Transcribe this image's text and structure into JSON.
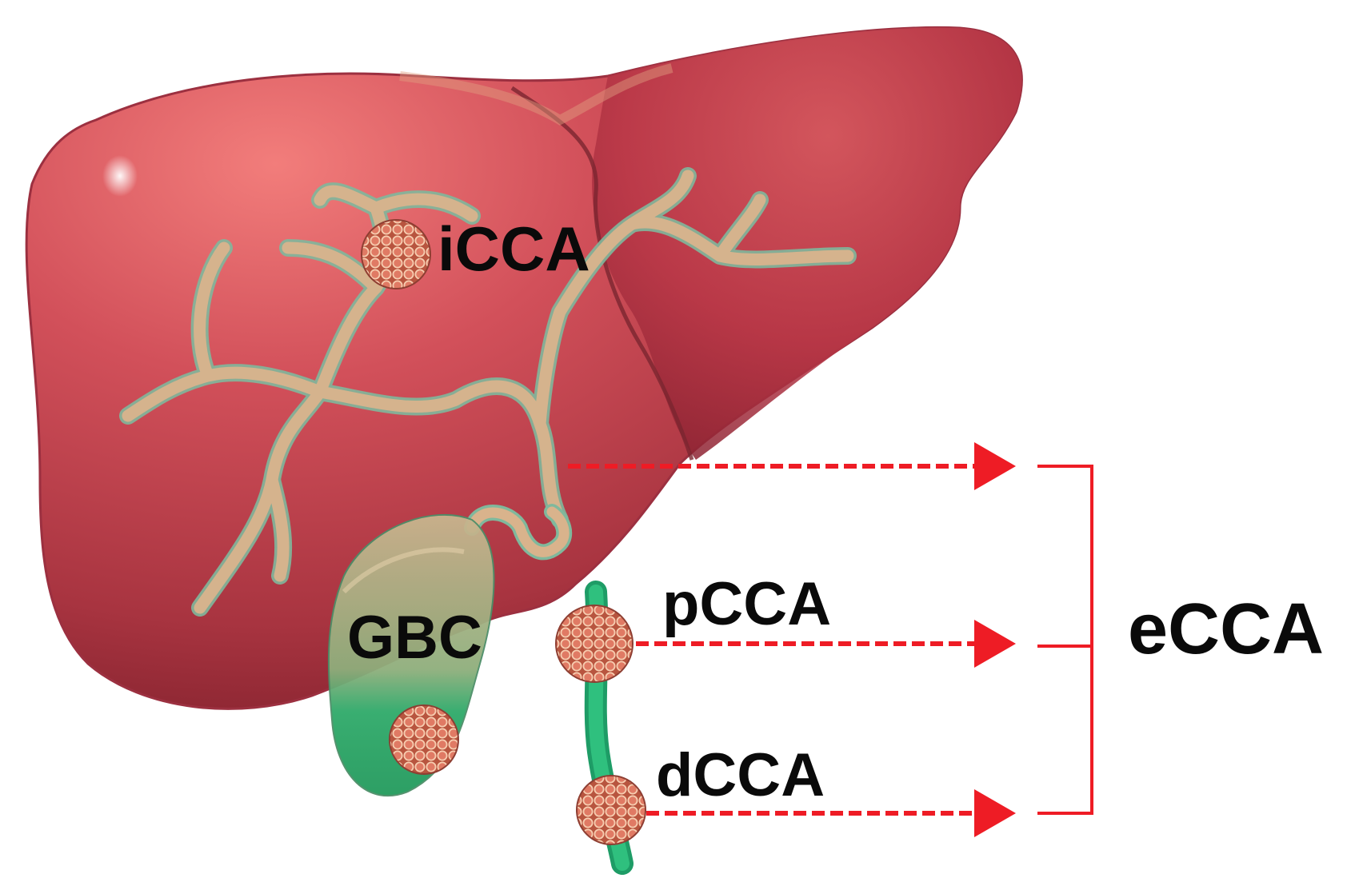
{
  "labels": {
    "icca": "iCCA",
    "gbc": "GBC",
    "pcca": "pCCA",
    "dcca": "dCCA",
    "ecca": "eCCA"
  },
  "colors": {
    "liver_dark": "#8f2430",
    "liver_mid": "#c94452",
    "liver_light": "#f07a78",
    "bile_duct": "#d9b38c",
    "bile_duct_outline": "#7fb69a",
    "gallbladder": "#2fae6e",
    "common_duct": "#28b67a",
    "tumor": "#d9705e",
    "tumor_cell_edge": "#f5c6a6",
    "arrow_red": "#ee1c25",
    "text": "#0a0a0a"
  }
}
